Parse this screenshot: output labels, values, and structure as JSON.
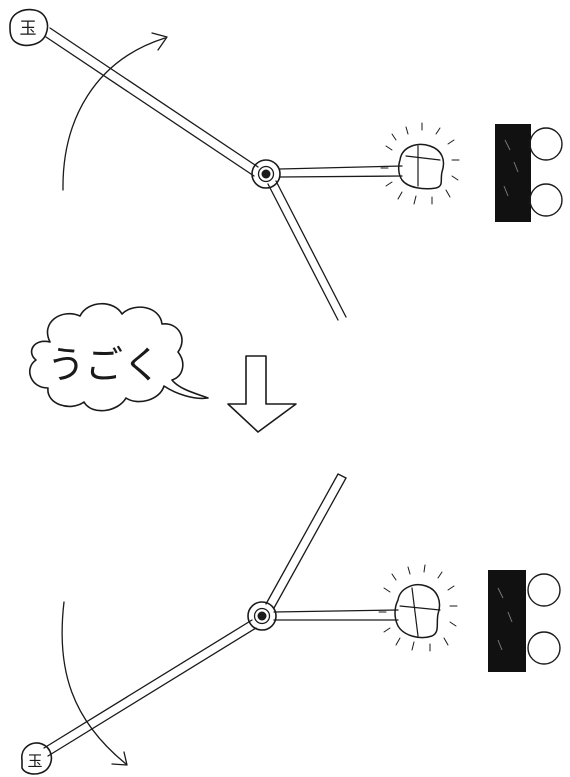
{
  "bubble": {
    "text": "うごく"
  },
  "stages": [
    {
      "id": "before",
      "ball_label": "玉"
    },
    {
      "id": "after",
      "ball_label": "玉"
    }
  ],
  "icons": [
    "pendulum-arm-icon",
    "pivot-icon",
    "hammer-head-icon",
    "bell-block-icon",
    "speech-bubble-icon",
    "down-arrow-icon",
    "swing-arrow-icon"
  ],
  "colors": {
    "ink": "#1a1a1a",
    "block": "#111111",
    "paper": "#ffffff"
  }
}
